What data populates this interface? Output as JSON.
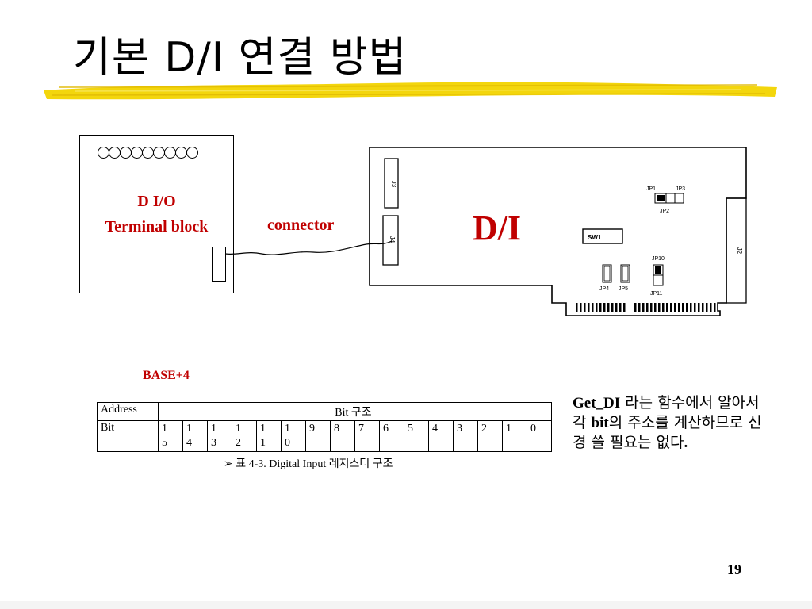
{
  "slide": {
    "title": "기본 D/I 연결 방법",
    "page_number": "19"
  },
  "diagram": {
    "terminal_block_line1": "D I/O",
    "terminal_block_line2": "Terminal block",
    "connector_label": "connector",
    "card_label": "D/I",
    "card_labels": {
      "j3": "J3",
      "j4": "J4",
      "j2": "J2",
      "jp1": "JP1",
      "jp3": "JP3",
      "jp2": "JP2",
      "sw1": "SW1",
      "jp10": "JP10",
      "jp4": "JP4",
      "jp5": "JP5",
      "jp11": "JP11"
    }
  },
  "register": {
    "base_label": "BASE+4",
    "header_address": "Address",
    "header_bit_structure": "Bit  구조",
    "row_label": "Bit",
    "bits": [
      [
        "1",
        "5"
      ],
      [
        "1",
        "4"
      ],
      [
        "1",
        "3"
      ],
      [
        "1",
        "2"
      ],
      [
        "1",
        "1"
      ],
      [
        "1",
        "0"
      ],
      [
        "9",
        ""
      ],
      [
        "8",
        ""
      ],
      [
        "7",
        ""
      ],
      [
        "6",
        ""
      ],
      [
        "5",
        ""
      ],
      [
        "4",
        ""
      ],
      [
        "3",
        ""
      ],
      [
        "2",
        ""
      ],
      [
        "1",
        ""
      ],
      [
        "0",
        ""
      ]
    ],
    "caption_bullet": "➢",
    "caption": "표 4-3. Digital Input  레지스터 구조"
  },
  "note": {
    "fn_name": "Get_DI",
    "part1": " 라는 함수에서 알아서 각 ",
    "bit_word": "bit",
    "part2": "의 주소를 계산하므로 신경 쓸 필요는 없다",
    "period": "."
  }
}
